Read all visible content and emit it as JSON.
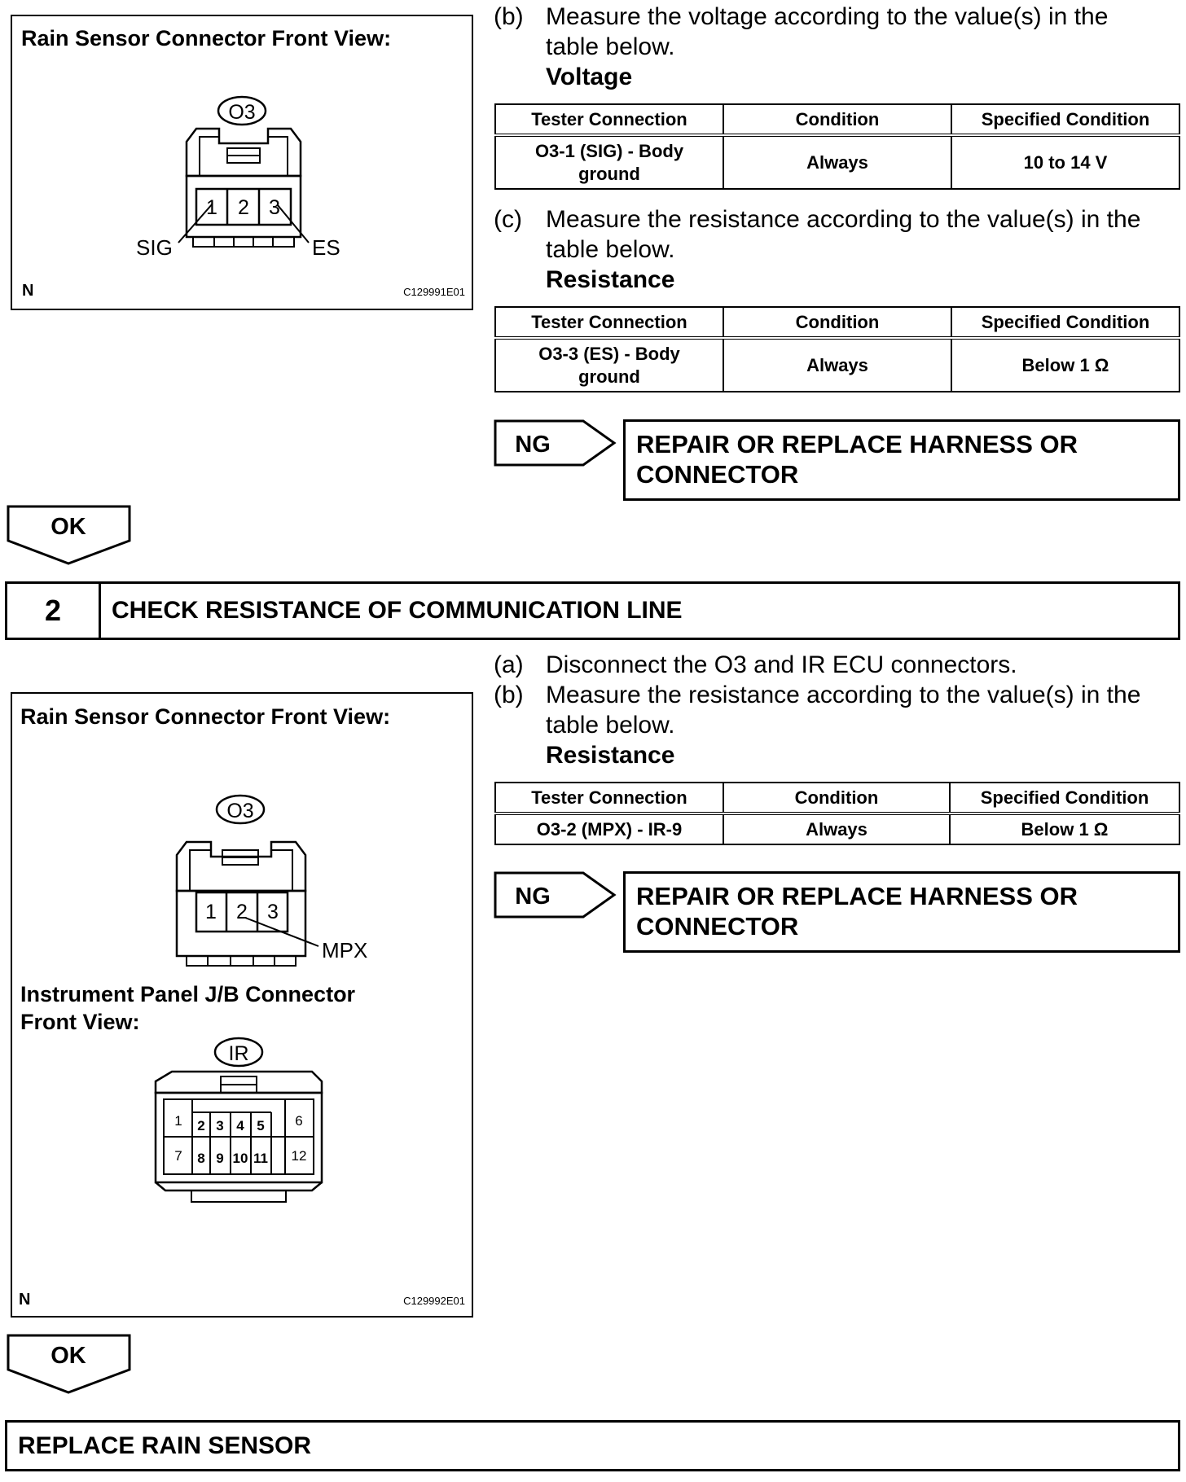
{
  "figure1": {
    "title": "Rain Sensor Connector Front View:",
    "connector_id": "O3",
    "pins": [
      "1",
      "2",
      "3"
    ],
    "label_left": "SIG",
    "label_right": "ES",
    "corner_n": "N",
    "code": "C129991E01"
  },
  "step_b1": {
    "label": "(b)",
    "text_line1": "Measure the voltage according to the value(s) in the",
    "text_line2": "table below.",
    "subheading": "Voltage"
  },
  "table_voltage": {
    "headers": [
      "Tester Connection",
      "Condition",
      "Specified Condition"
    ],
    "rows": [
      {
        "conn_line1": "O3-1 (SIG) - Body",
        "conn_line2": "ground",
        "condition": "Always",
        "spec": "10 to 14 V"
      }
    ]
  },
  "step_c1": {
    "label": "(c)",
    "text_line1": "Measure the resistance according to the value(s) in the",
    "text_line2": "table below.",
    "subheading": "Resistance"
  },
  "table_resistance1": {
    "headers": [
      "Tester Connection",
      "Condition",
      "Specified Condition"
    ],
    "rows": [
      {
        "conn_line1": "O3-3 (ES) - Body",
        "conn_line2": "ground",
        "condition": "Always",
        "spec": "Below 1 Ω"
      }
    ]
  },
  "ng1": {
    "tab": "NG",
    "result_line1": "REPAIR OR REPLACE HARNESS OR",
    "result_line2": "CONNECTOR"
  },
  "ok1": {
    "tab": "OK"
  },
  "section2": {
    "number": "2",
    "title": "CHECK RESISTANCE OF COMMUNICATION LINE"
  },
  "step_a2": {
    "label": "(a)",
    "text": "Disconnect the O3 and IR ECU connectors."
  },
  "step_b2": {
    "label": "(b)",
    "text_line1": "Measure the resistance according to the value(s) in the",
    "text_line2": "table below.",
    "subheading": "Resistance"
  },
  "table_resistance2": {
    "headers": [
      "Tester Connection",
      "Condition",
      "Specified Condition"
    ],
    "rows": [
      {
        "conn": "O3-2 (MPX) - IR-9",
        "condition": "Always",
        "spec": "Below 1 Ω"
      }
    ]
  },
  "figure2": {
    "title": "Rain Sensor Connector Front View:",
    "connector_id": "O3",
    "pins": [
      "1",
      "2",
      "3"
    ],
    "label_mpx": "MPX",
    "jb_title_line1": "Instrument Panel J/B Connector",
    "jb_title_line2": "Front View:",
    "jb_connector_id": "IR",
    "jb_pins_row1": [
      "1",
      "2",
      "3",
      "4",
      "5",
      "6"
    ],
    "jb_pins_row2": [
      "7",
      "8",
      "9",
      "10",
      "11",
      "12"
    ],
    "corner_n": "N",
    "code": "C129992E01"
  },
  "ng2": {
    "tab": "NG",
    "result_line1": "REPAIR OR REPLACE HARNESS OR",
    "result_line2": "CONNECTOR"
  },
  "ok2": {
    "tab": "OK"
  },
  "final": {
    "title": "REPLACE RAIN SENSOR"
  }
}
